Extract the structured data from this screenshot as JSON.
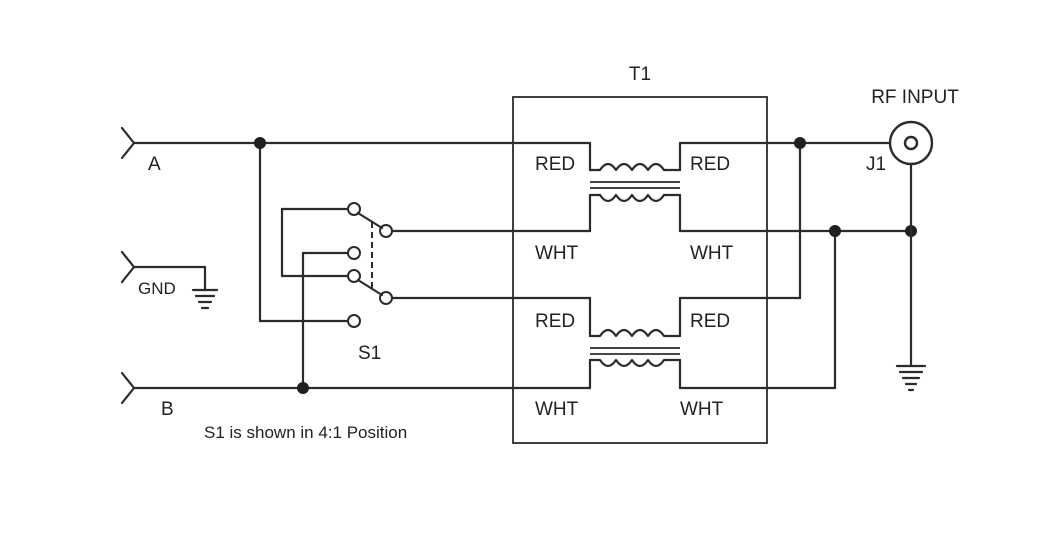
{
  "labels": {
    "t1": "T1",
    "rf_input": "RF INPUT",
    "j1": "J1",
    "a": "A",
    "b": "B",
    "gnd": "GND",
    "s1": "S1",
    "caption": "S1 is shown in 4:1 Position",
    "red": "RED",
    "wht": "WHT"
  }
}
